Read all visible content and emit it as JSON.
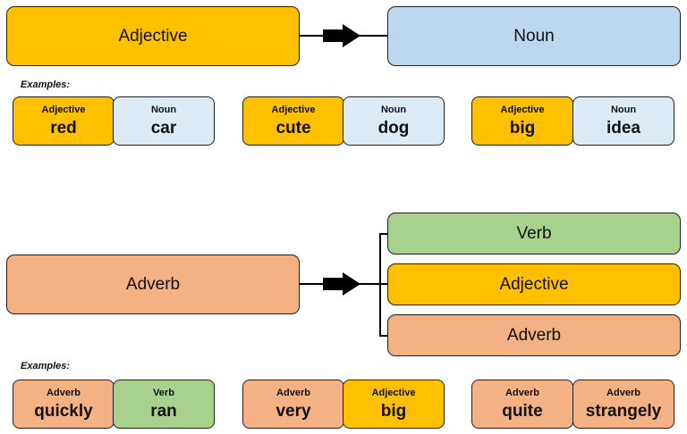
{
  "top": {
    "source": "Adjective",
    "target": "Noun",
    "examples_label": "Examples:",
    "examples": [
      {
        "left": {
          "type": "Adjective",
          "word": "red"
        },
        "right": {
          "type": "Noun",
          "word": "car"
        }
      },
      {
        "left": {
          "type": "Adjective",
          "word": "cute"
        },
        "right": {
          "type": "Noun",
          "word": "dog"
        }
      },
      {
        "left": {
          "type": "Adjective",
          "word": "big"
        },
        "right": {
          "type": "Noun",
          "word": "idea"
        }
      }
    ]
  },
  "bottom": {
    "source": "Adverb",
    "targets": [
      "Verb",
      "Adjective",
      "Adverb"
    ],
    "examples_label": "Examples:",
    "examples": [
      {
        "left": {
          "type": "Adverb",
          "word": "quickly"
        },
        "right": {
          "type": "Verb",
          "word": "ran"
        }
      },
      {
        "left": {
          "type": "Adverb",
          "word": "very"
        },
        "right": {
          "type": "Adjective",
          "word": "big"
        }
      },
      {
        "left": {
          "type": "Adverb",
          "word": "quite"
        },
        "right": {
          "type": "Adverb",
          "word": "strangely"
        }
      }
    ]
  },
  "colors": {
    "adjective": "#ffc000",
    "noun": "#bdd7ee",
    "noun_light": "#ddebf7",
    "adverb": "#f4b183",
    "verb": "#a9d18e"
  }
}
